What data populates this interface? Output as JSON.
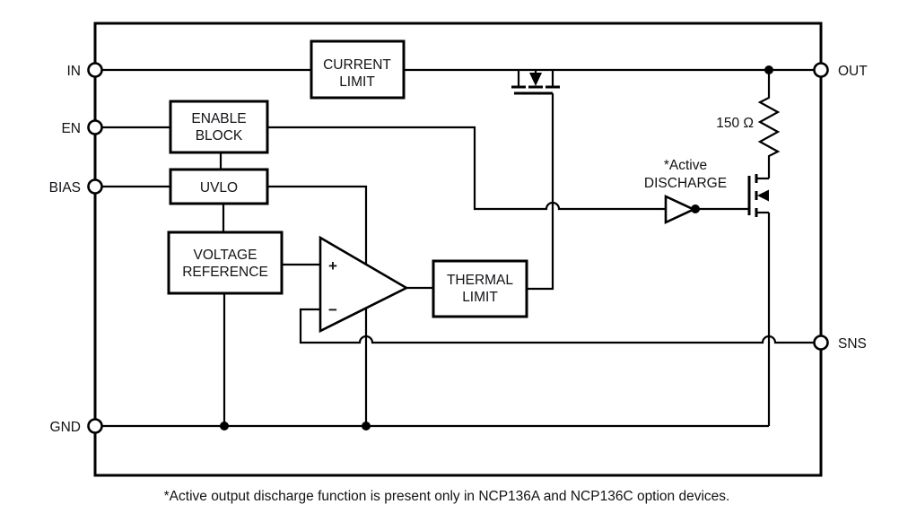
{
  "diagram": {
    "pins": {
      "in": "IN",
      "en": "EN",
      "bias": "BIAS",
      "gnd": "GND",
      "out": "OUT",
      "sns": "SNS"
    },
    "blocks": {
      "current_limit": {
        "line1": "CURRENT",
        "line2": "LIMIT"
      },
      "enable_block": {
        "line1": "ENABLE",
        "line2": "BLOCK"
      },
      "uvlo": {
        "line1": "UVLO"
      },
      "voltage_reference": {
        "line1": "VOLTAGE",
        "line2": "REFERENCE"
      },
      "thermal_limit": {
        "line1": "THERMAL",
        "line2": "LIMIT"
      }
    },
    "opamp": {
      "plus": "+",
      "minus": "−"
    },
    "labels": {
      "resistor": "150 Ω",
      "discharge_line1": "*Active",
      "discharge_line2": "DISCHARGE"
    },
    "footnote": "*Active output discharge function is present only in NCP136A and NCP136C option devices.",
    "colors": {
      "line": "#000000",
      "text": "#121217",
      "background": "#ffffff"
    }
  }
}
